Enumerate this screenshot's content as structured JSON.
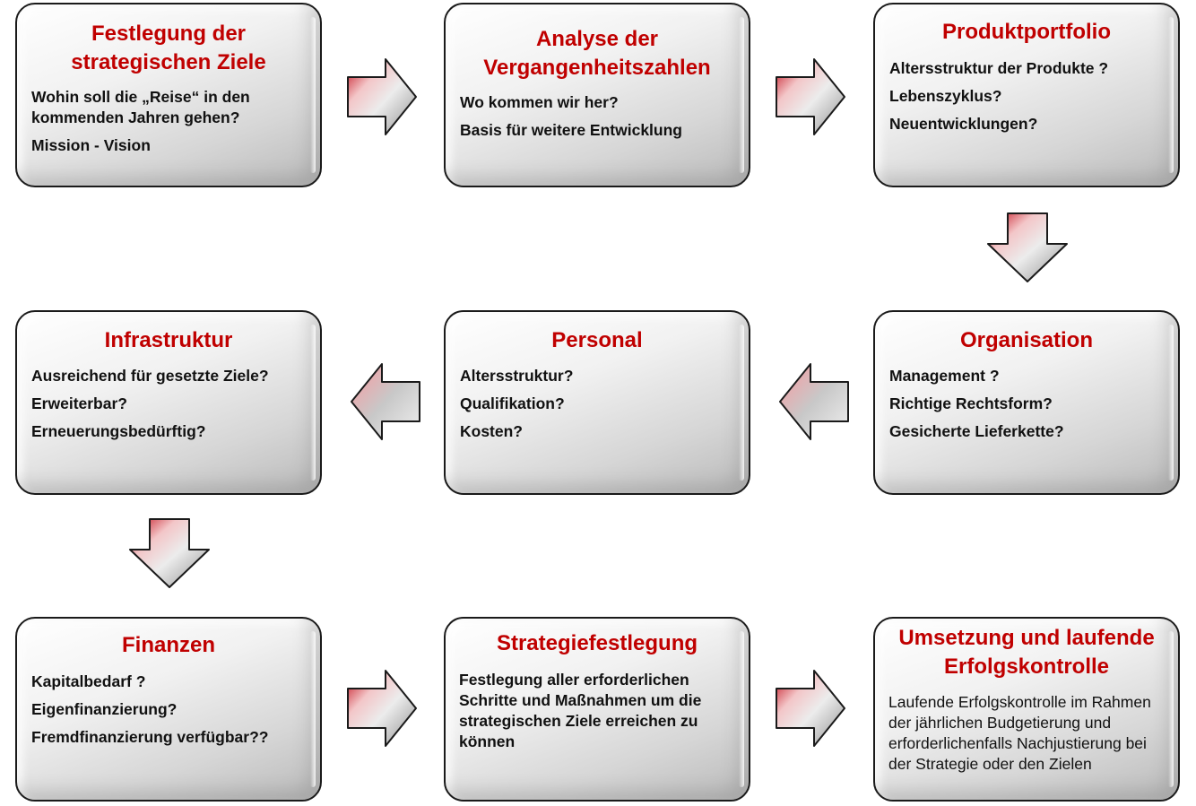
{
  "boxes": [
    {
      "id": "ziele",
      "title": "Festlegung der strategischen Ziele",
      "lines": [
        "Wohin soll die „Reise“ in den kommenden Jahren gehen?",
        "Mission - Vision"
      ]
    },
    {
      "id": "analyse",
      "title": "Analyse der Vergangenheitszahlen",
      "lines": [
        "Wo kommen wir her?",
        "Basis für weitere Entwicklung"
      ]
    },
    {
      "id": "produktportfolio",
      "title": "Produktportfolio",
      "lines": [
        "Altersstruktur der Produkte ?",
        "Lebenszyklus?",
        "Neuentwicklungen?"
      ]
    },
    {
      "id": "infrastruktur",
      "title": "Infrastruktur",
      "lines": [
        "Ausreichend für gesetzte Ziele?",
        "Erweiterbar?",
        "Erneuerungsbedürftig?"
      ]
    },
    {
      "id": "personal",
      "title": "Personal",
      "lines": [
        "Altersstruktur?",
        "Qualifikation?",
        "Kosten?"
      ]
    },
    {
      "id": "organisation",
      "title": "Organisation",
      "lines": [
        "Management ?",
        "Richtige Rechtsform?",
        "Gesicherte Lieferkette?"
      ]
    },
    {
      "id": "finanzen",
      "title": "Finanzen",
      "lines": [
        "Kapitalbedarf ?",
        "Eigenfinanzierung?",
        "Fremdfinanzierung verfügbar??"
      ]
    },
    {
      "id": "strategiefestlegung",
      "title": "Strategiefestlegung",
      "text": "Festlegung aller erforderlichen Schritte und Maßnahmen um die strategischen Ziele erreichen zu können"
    },
    {
      "id": "umsetzung",
      "title": "Umsetzung und laufende Erfolgskontrolle",
      "text": "Laufende Erfolgskontrolle im Rahmen der jährlichen Budgetierung und erforderlichenfalls Nachjustierung bei der Strategie oder den Zielen"
    }
  ],
  "flow": [
    {
      "from": "ziele",
      "to": "analyse",
      "direction": "right"
    },
    {
      "from": "analyse",
      "to": "produktportfolio",
      "direction": "right"
    },
    {
      "from": "produktportfolio",
      "to": "organisation",
      "direction": "down"
    },
    {
      "from": "organisation",
      "to": "personal",
      "direction": "left"
    },
    {
      "from": "personal",
      "to": "infrastruktur",
      "direction": "left"
    },
    {
      "from": "infrastruktur",
      "to": "finanzen",
      "direction": "down"
    },
    {
      "from": "finanzen",
      "to": "strategiefestlegung",
      "direction": "right"
    },
    {
      "from": "strategiefestlegung",
      "to": "umsetzung",
      "direction": "right"
    }
  ],
  "colors": {
    "title": "#c00000",
    "text": "#111111",
    "arrow_red": "#b00010",
    "arrow_grey": "#9a9a9a"
  },
  "icons": {
    "arrow": "block-arrow-icon"
  }
}
